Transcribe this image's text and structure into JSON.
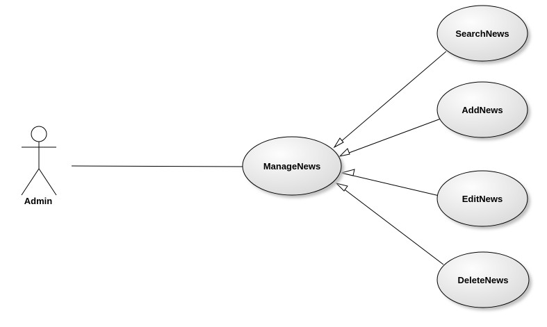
{
  "diagram": {
    "type": "uml-use-case",
    "actor": {
      "name": "Admin"
    },
    "base_use_case": {
      "name": "ManageNews"
    },
    "use_cases": [
      {
        "name": "SearchNews"
      },
      {
        "name": "AddNews"
      },
      {
        "name": "EditNews"
      },
      {
        "name": "DeleteNews"
      }
    ],
    "relations": [
      {
        "type": "association",
        "from": "Admin",
        "to": "ManageNews"
      },
      {
        "type": "generalization",
        "from": "SearchNews",
        "to": "ManageNews"
      },
      {
        "type": "generalization",
        "from": "AddNews",
        "to": "ManageNews"
      },
      {
        "type": "generalization",
        "from": "EditNews",
        "to": "ManageNews"
      },
      {
        "type": "generalization",
        "from": "DeleteNews",
        "to": "ManageNews"
      }
    ],
    "colors": {
      "ellipse_light": "#fdfdfd",
      "ellipse_dark": "#d6d6d6",
      "stroke": "#000000",
      "shadow": "#bfbfbf"
    }
  }
}
